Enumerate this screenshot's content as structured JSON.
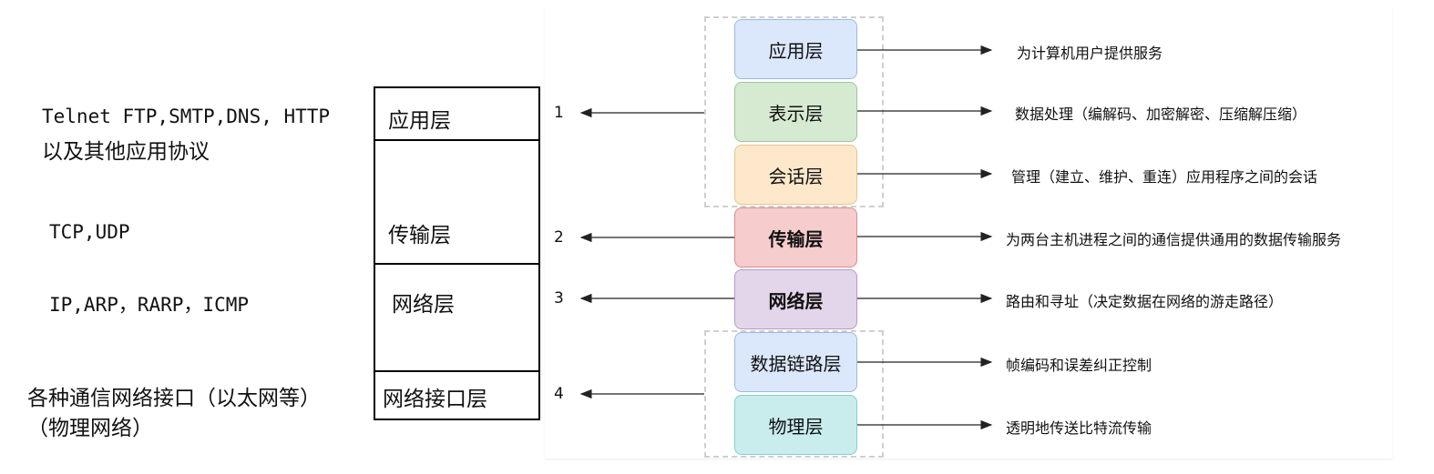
{
  "tcpip": {
    "protocols": {
      "app_line1": "Telnet FTP,SMTP,DNS, HTTP",
      "app_line2": "以及其他应用协议",
      "transport": "TCP,UDP",
      "network": "IP,ARP，RARP，ICMP",
      "link_line1": "各种通信网络接口（以太网等）",
      "link_line2": "（物理网络）"
    },
    "layers": [
      "应用层",
      "传输层",
      "网络层",
      "网络接口层"
    ]
  },
  "mapping_numbers": [
    "1",
    "2",
    "3",
    "4"
  ],
  "osi": {
    "layers": [
      {
        "name": "应用层",
        "desc": "为计算机用户提供服务",
        "fill": "#dbe8fb",
        "border": "#9db8e0"
      },
      {
        "name": "表示层",
        "desc": "数据处理（编解码、加密解密、压缩解压缩）",
        "fill": "#d6ead2",
        "border": "#9cc795"
      },
      {
        "name": "会话层",
        "desc": "管理（建立、维护、重连）应用程序之间的会话",
        "fill": "#fde8cb",
        "border": "#e8c48e"
      },
      {
        "name": "传输层",
        "desc": "为两台主机进程之间的通信提供通用的数据传输服务",
        "fill": "#f6cccc",
        "border": "#d98d8d"
      },
      {
        "name": "网络层",
        "desc": "路由和寻址（决定数据在网络的游走路径）",
        "fill": "#e3d6ea",
        "border": "#b39cc5"
      },
      {
        "name": "数据链路层",
        "desc": "帧编码和误差纠正控制",
        "fill": "#dbe8fb",
        "border": "#9db8e0"
      },
      {
        "name": "物理层",
        "desc": "透明地传送比特流传输",
        "fill": "#c9eced",
        "border": "#86cdd0"
      }
    ]
  }
}
